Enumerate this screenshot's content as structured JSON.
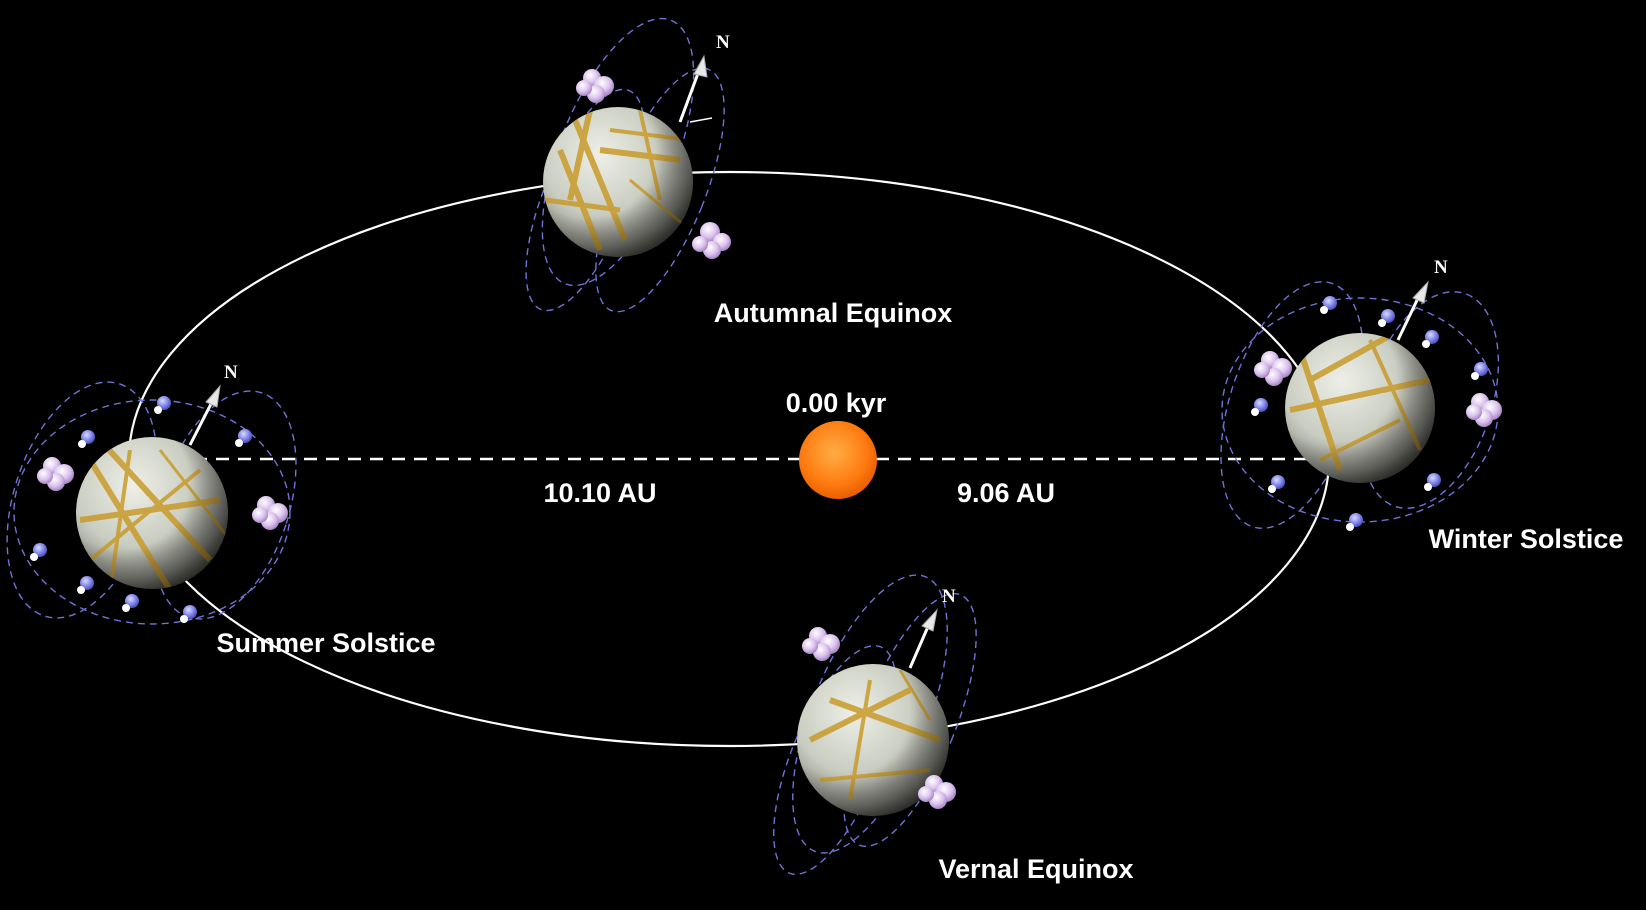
{
  "colors": {
    "background": "#000000",
    "orbit": "#ffffff",
    "sun": "#ff7a10",
    "moon_orbit": "#6f72d6",
    "planet_base": "#c9ccc0",
    "planet_streaks": "#c89a2a",
    "cloud_puffs": "#d7b8ea"
  },
  "center_label": "0.00 kyr",
  "distances": {
    "left": "10.10 AU",
    "right": "9.06 AU"
  },
  "north_marker": "N",
  "positions": {
    "autumnal": "Autumnal Equinox",
    "summer": "Summer Solstice",
    "winter": "Winter Solstice",
    "vernal": "Vernal Equinox"
  }
}
